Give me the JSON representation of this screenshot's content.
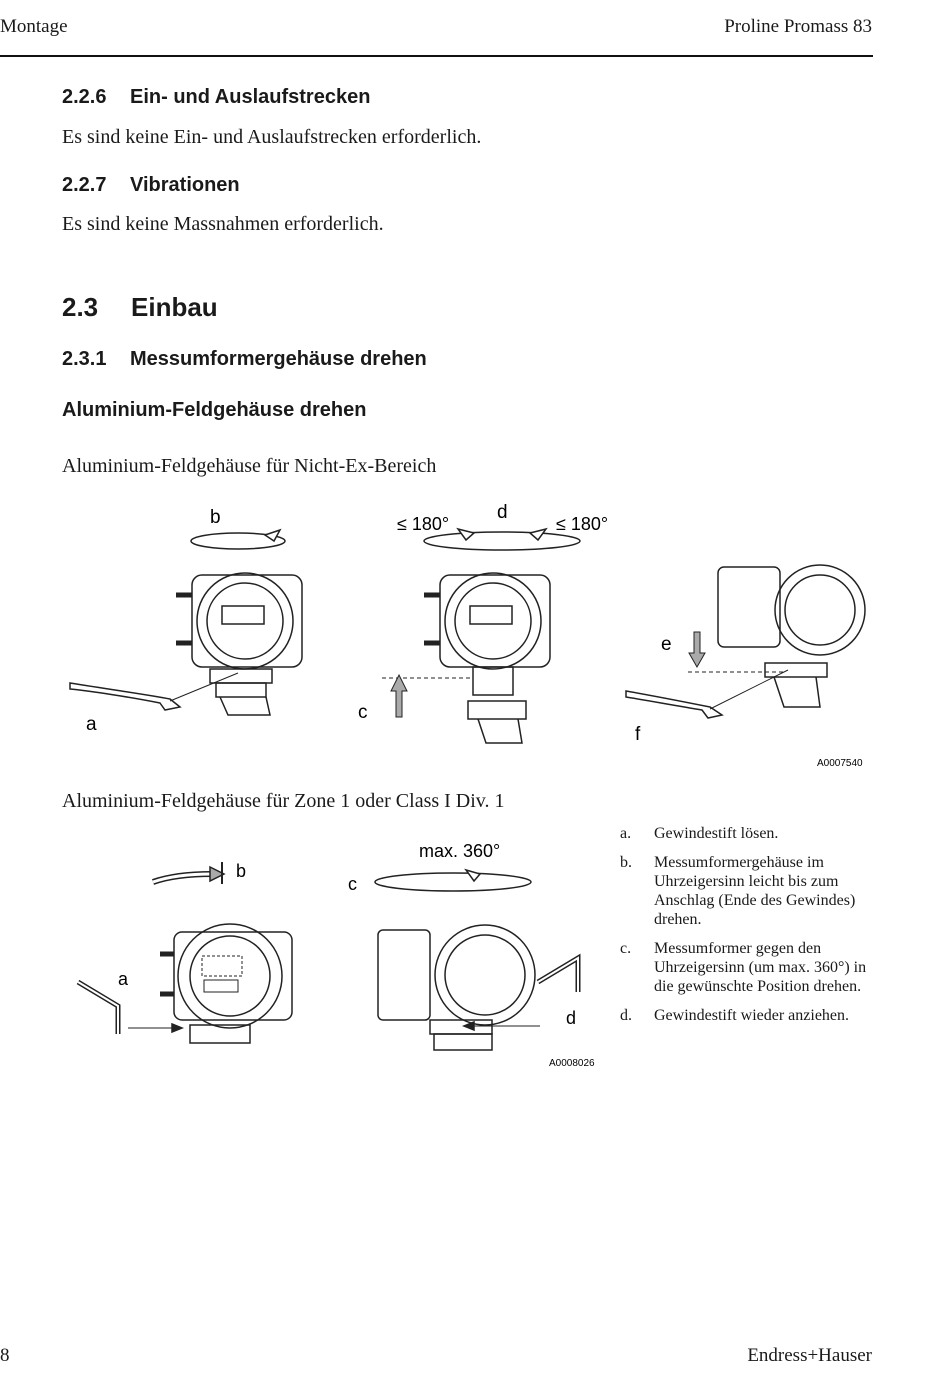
{
  "header": {
    "left": "Montage",
    "right": "Proline Promass 83"
  },
  "footer": {
    "page": "8",
    "brand": "Endress+Hauser"
  },
  "s226": {
    "num": "2.2.6",
    "title": "Ein- und Auslaufstrecken",
    "text": "Es sind keine Ein- und Auslaufstrecken erforderlich."
  },
  "s227": {
    "num": "2.2.7",
    "title": "Vibrationen",
    "text": "Es sind keine Massnahmen erforderlich."
  },
  "s23": {
    "num": "2.3",
    "title": "Einbau"
  },
  "s231": {
    "num": "2.3.1",
    "title": "Messumformergehäuse drehen"
  },
  "sub": {
    "title": "Aluminium-Feldgehäuse drehen"
  },
  "fig1": {
    "caption": "Aluminium-Feldgehäuse für Nicht-Ex-Bereich",
    "labels": {
      "a": "a",
      "b": "b",
      "c": "c",
      "d": "d",
      "e": "e",
      "f": "f"
    },
    "angle_left": "≤ 180°",
    "angle_right": "≤ 180°",
    "code": "A0007540"
  },
  "fig2": {
    "caption": "Aluminium-Feldgehäuse für Zone 1 oder Class I Div. 1",
    "labels": {
      "a": "a",
      "b": "b",
      "c": "c",
      "d": "d"
    },
    "angle": "max. 360°",
    "code": "A0008026"
  },
  "legend": [
    {
      "key": "a.",
      "text": "Gewindestift lösen."
    },
    {
      "key": "b.",
      "text": "Messumformergehäuse im Uhrzeigersinn leicht bis zum Anschlag (Ende des Gewindes) drehen."
    },
    {
      "key": "c.",
      "text": "Messumformer gegen den Uhrzeigersinn (um max. 360°) in die gewünschte Position drehen."
    },
    {
      "key": "d.",
      "text": "Gewindestift wieder anziehen."
    }
  ]
}
